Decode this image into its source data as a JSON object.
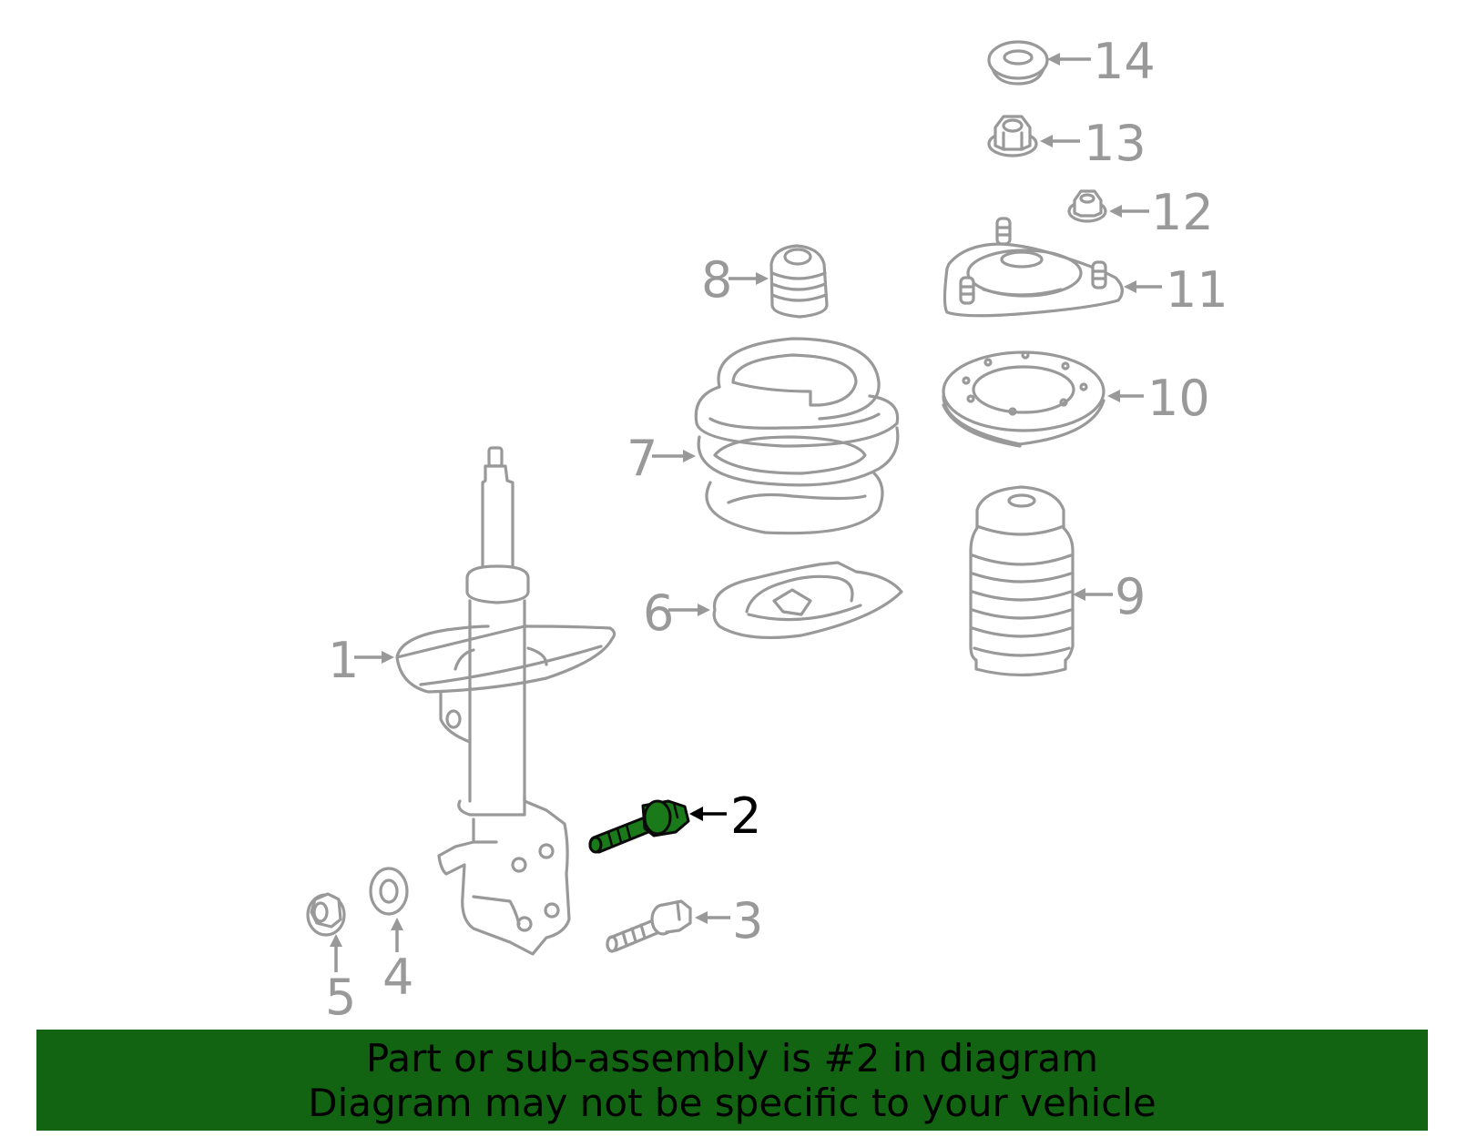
{
  "diagram": {
    "title": "Front strut assembly exploded parts diagram",
    "highlighted_part": "2",
    "colors": {
      "line": "#999999",
      "highlight_fill": "#1a7a1a",
      "highlight_label": "#000000",
      "banner": "#126412"
    },
    "callouts": [
      {
        "number": "1",
        "part": "strut"
      },
      {
        "number": "2",
        "part": "bolt (highlighted)"
      },
      {
        "number": "3",
        "part": "bolt"
      },
      {
        "number": "4",
        "part": "washer"
      },
      {
        "number": "5",
        "part": "nut"
      },
      {
        "number": "6",
        "part": "lower spring seat"
      },
      {
        "number": "7",
        "part": "coil spring"
      },
      {
        "number": "8",
        "part": "bump stop"
      },
      {
        "number": "9",
        "part": "dust boot"
      },
      {
        "number": "10",
        "part": "bearing"
      },
      {
        "number": "11",
        "part": "strut mount"
      },
      {
        "number": "12",
        "part": "nut"
      },
      {
        "number": "13",
        "part": "nut"
      },
      {
        "number": "14",
        "part": "cap"
      }
    ]
  },
  "banner": {
    "line1": "Part or sub-assembly is #2 in diagram",
    "line2": "Diagram may not be specific to your vehicle"
  }
}
